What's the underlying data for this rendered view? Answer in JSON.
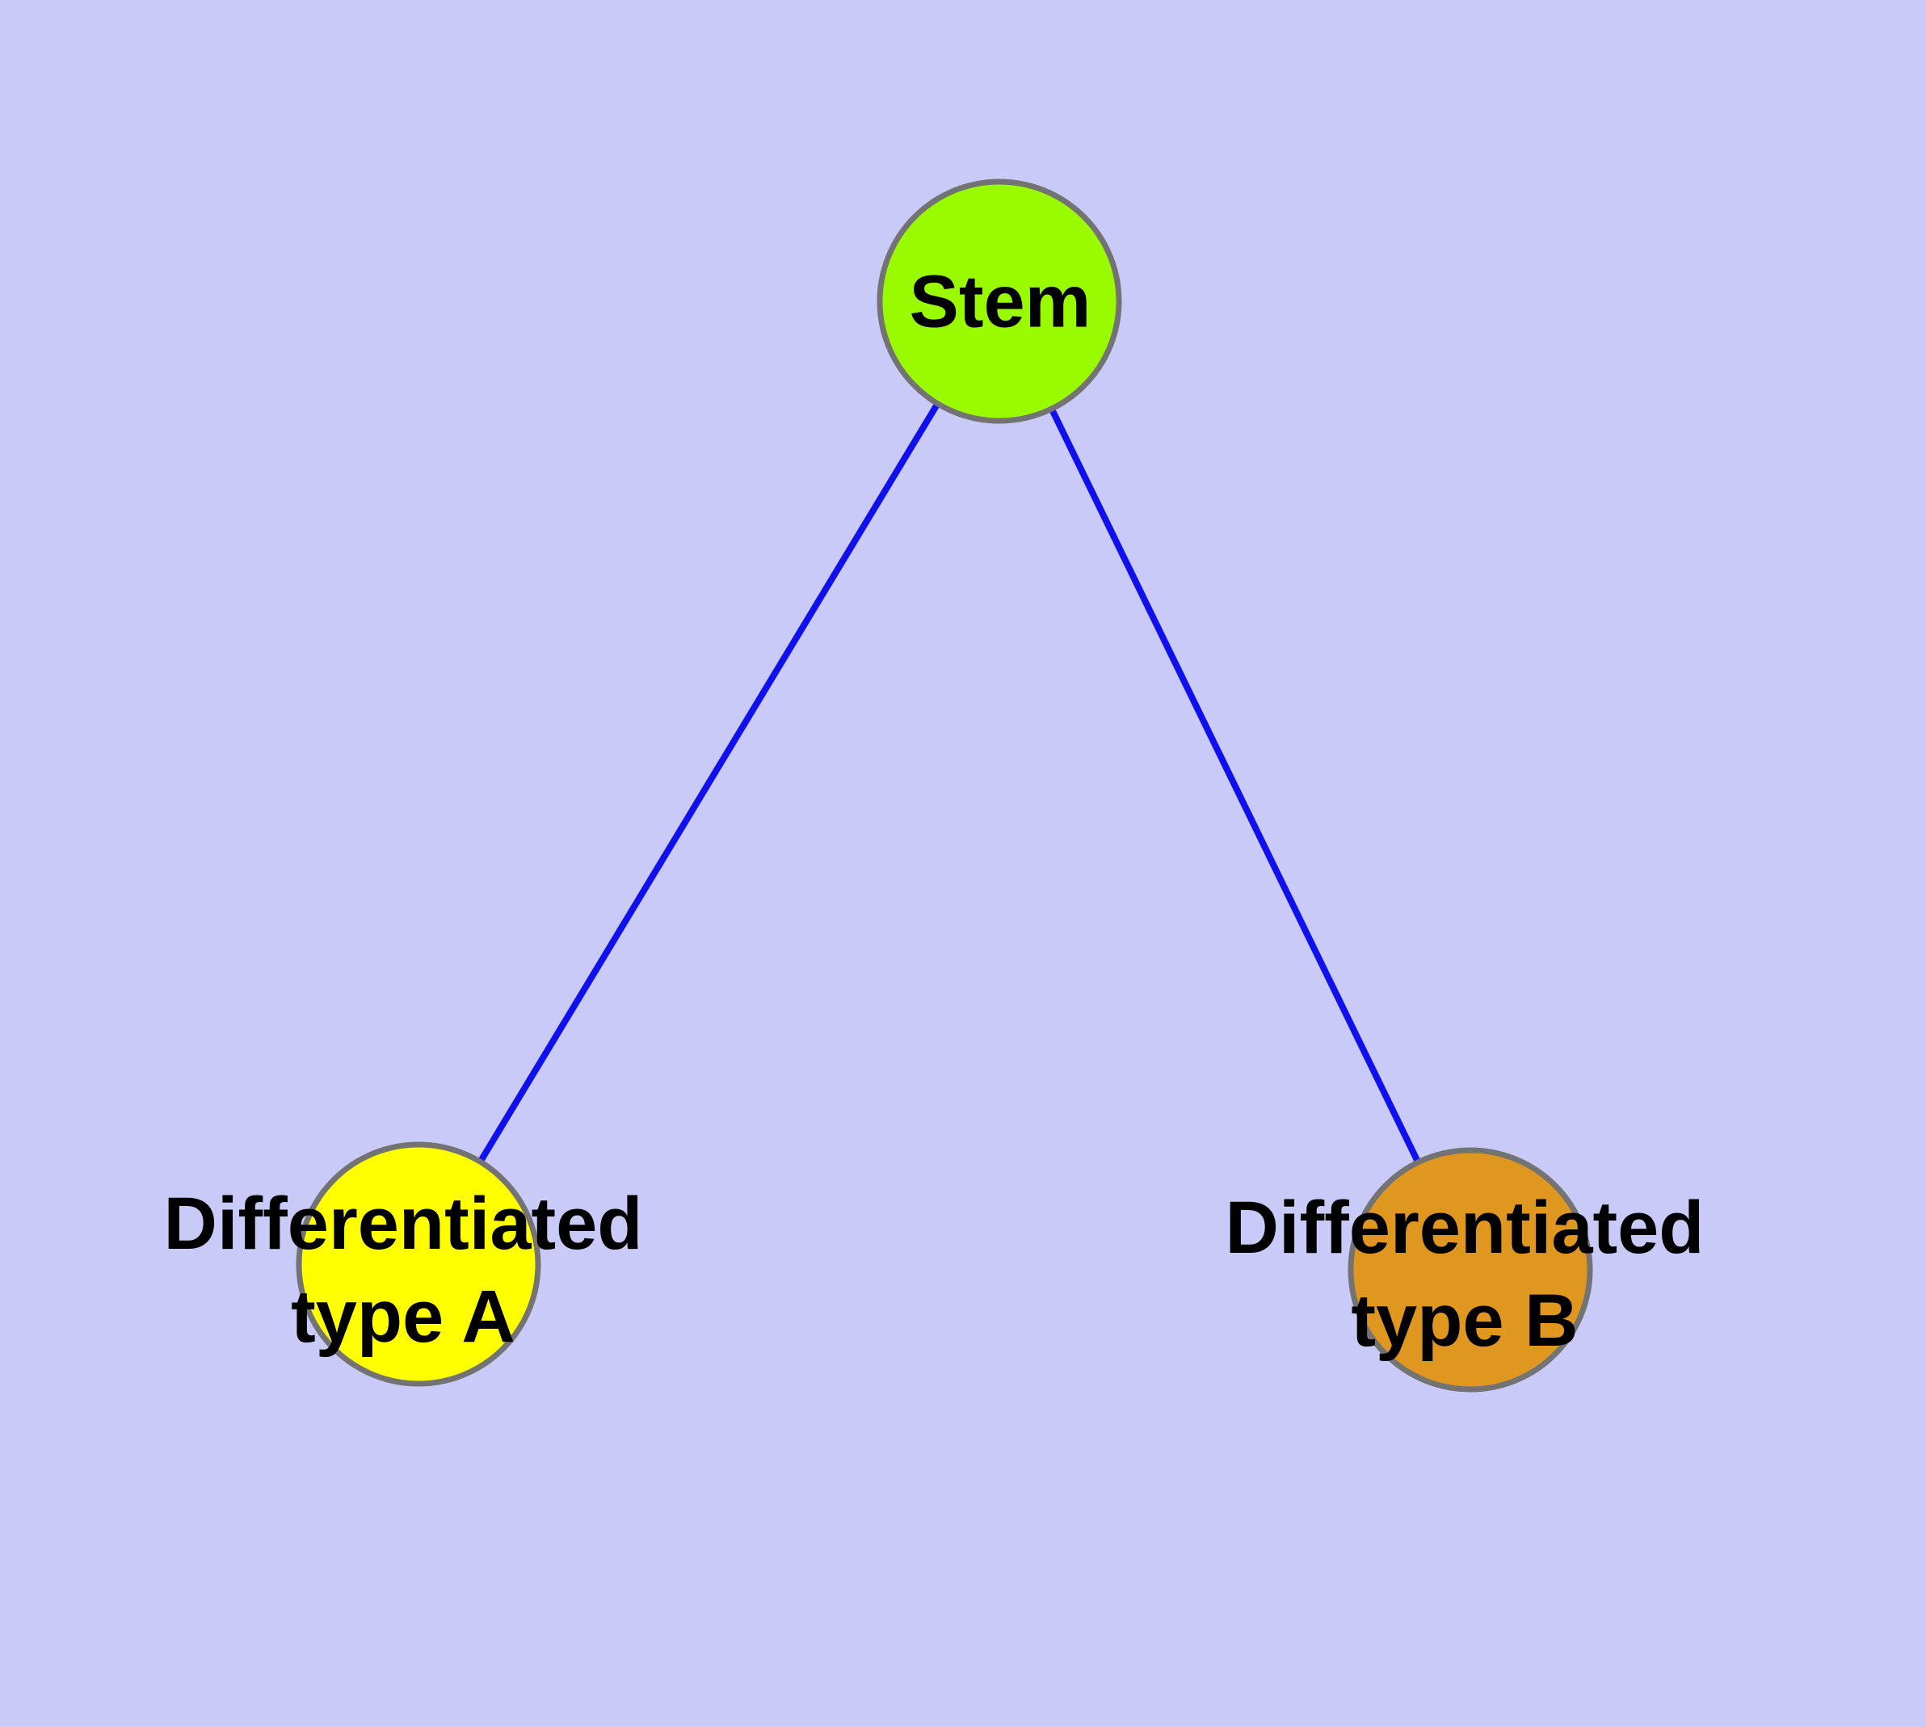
{
  "diagram": {
    "background_color": "#CACAF8",
    "node_border_color": "#737373",
    "edge_color": "#1010EE",
    "text_color": "#000000",
    "nodes": [
      {
        "id": "stem",
        "label": "Stem",
        "color": "#9AFB00"
      },
      {
        "id": "type-a",
        "label": "Differentiated\ntype A",
        "color": "#FFFF00"
      },
      {
        "id": "type-b",
        "label": "Differentiated\ntype B",
        "color": "#E09720"
      }
    ],
    "edges": [
      {
        "from": "stem",
        "to": "type-a"
      },
      {
        "from": "stem",
        "to": "type-b"
      }
    ]
  }
}
